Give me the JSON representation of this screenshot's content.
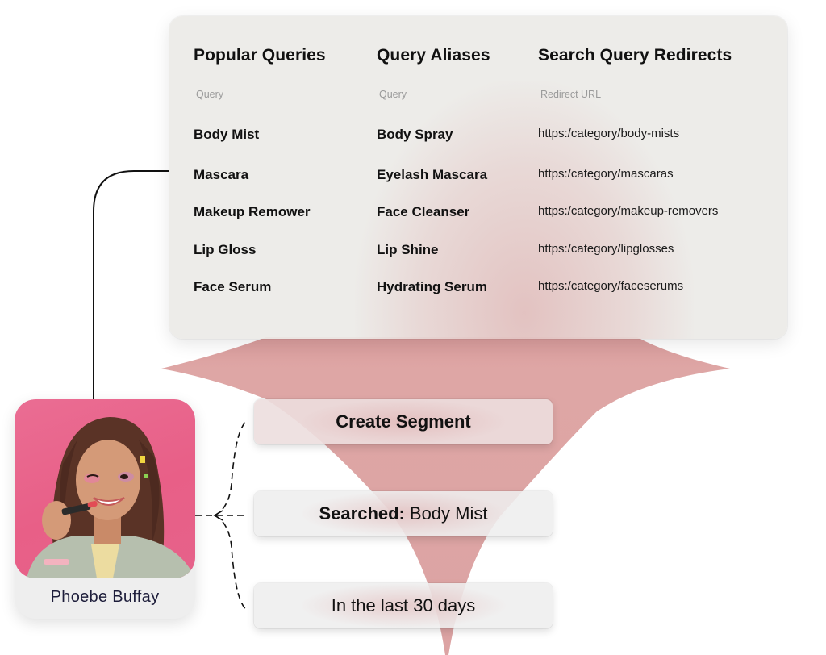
{
  "table": {
    "columns": [
      {
        "title": "Popular Queries",
        "subheader": "Query",
        "rows": [
          "Body Mist",
          "Mascara",
          "Makeup Remower",
          "Lip Gloss",
          "Face Serum"
        ]
      },
      {
        "title": "Query Aliases",
        "subheader": "Query",
        "rows": [
          "Body Spray",
          "Eyelash Mascara",
          "Face Cleanser",
          "Lip Shine",
          "Hydrating Serum"
        ]
      },
      {
        "title": "Search Query Redirects",
        "subheader": "Redirect URL",
        "rows": [
          "https:/category/body-mists",
          "https:/category/mascaras",
          "https:/category/makeup-removers",
          "https:/category/lipglosses",
          "https:/category/faceserums"
        ]
      }
    ]
  },
  "profile": {
    "name": "Phoebe Buffay",
    "photo_bg_color": "#e8668d"
  },
  "segment": {
    "create_label": "Create Segment",
    "searched_label": "Searched:",
    "searched_value": "Body Mist",
    "timeframe": "In the last 30 days"
  },
  "colors": {
    "funnel": "#dea6a5",
    "card_bg": "#ecebe7",
    "profile_pink": "#e8668d"
  }
}
